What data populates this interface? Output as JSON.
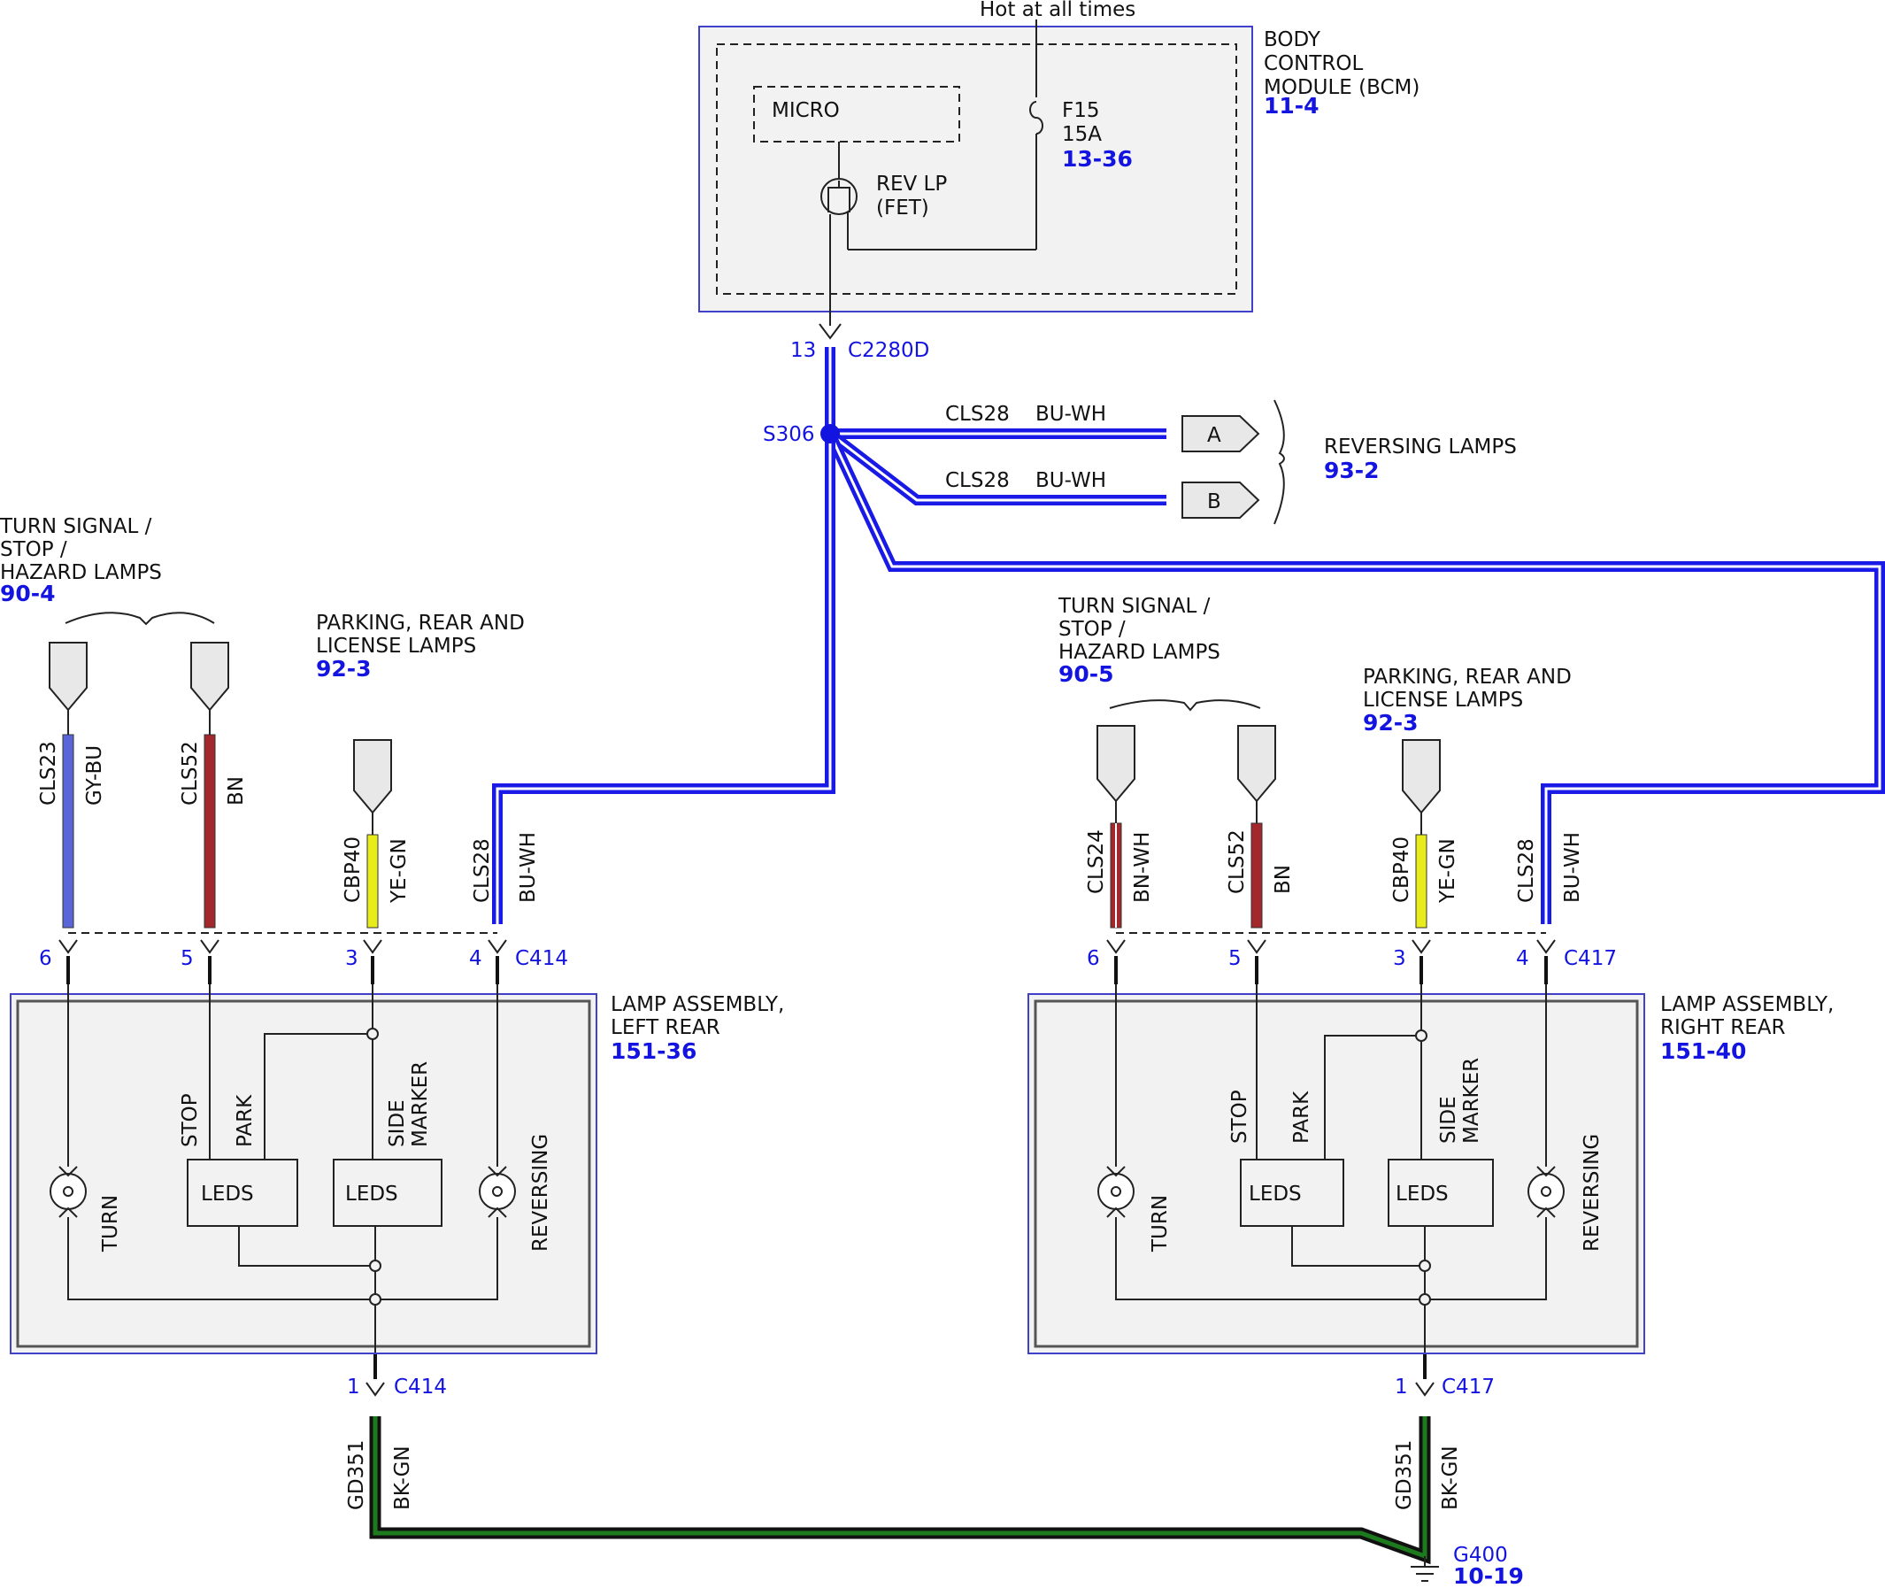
{
  "header": {
    "supply_label": "Hot at all times"
  },
  "bcm": {
    "title": [
      "BODY",
      "CONTROL",
      "MODULE (BCM)"
    ],
    "ref": "11-4",
    "micro": "MICRO",
    "fuse_name": "F15",
    "fuse_rating": "15A",
    "fuse_ref": "13-36",
    "fet": [
      "REV LP",
      "(FET)"
    ],
    "pin": "13",
    "connector": "C2280D"
  },
  "splice": {
    "name": "S306",
    "branches": [
      {
        "circuit": "CLS28",
        "color": "BU-WH",
        "tag": "A"
      },
      {
        "circuit": "CLS28",
        "color": "BU-WH",
        "tag": "B"
      }
    ],
    "dest_title": "REVERSING LAMPS",
    "dest_ref": "93-2"
  },
  "left": {
    "turn_group": {
      "title": [
        "TURN SIGNAL /",
        "STOP /",
        "HAZARD LAMPS"
      ],
      "ref": "90-4"
    },
    "park_group": {
      "title": [
        "PARKING, REAR AND",
        "LICENSE LAMPS"
      ],
      "ref": "92-3"
    },
    "wires": [
      {
        "circuit": "CLS23",
        "color": "GY-BU",
        "pin": "6"
      },
      {
        "circuit": "CLS52",
        "color": "BN",
        "pin": "5"
      },
      {
        "circuit": "CBP40",
        "color": "YE-GN",
        "pin": "3"
      },
      {
        "circuit": "CLS28",
        "color": "BU-WH",
        "pin": "4"
      }
    ],
    "connector": "C414",
    "assembly_title": [
      "LAMP ASSEMBLY,",
      "LEFT REAR"
    ],
    "assembly_ref": "151-36",
    "labels": {
      "turn": "TURN",
      "stop": "STOP",
      "park": "PARK",
      "side": [
        "SIDE",
        "MARKER"
      ],
      "leds1": "LEDS",
      "leds2": "LEDS",
      "reversing": "REVERSING"
    },
    "ground_pin": "1",
    "ground_connector": "C414",
    "ground_wire": {
      "circuit": "GD351",
      "color": "BK-GN"
    }
  },
  "right": {
    "turn_group": {
      "title": [
        "TURN SIGNAL /",
        "STOP /",
        "HAZARD LAMPS"
      ],
      "ref": "90-5"
    },
    "park_group": {
      "title": [
        "PARKING, REAR AND",
        "LICENSE LAMPS"
      ],
      "ref": "92-3"
    },
    "wires": [
      {
        "circuit": "CLS24",
        "color": "BN-WH",
        "pin": "6"
      },
      {
        "circuit": "CLS52",
        "color": "BN",
        "pin": "5"
      },
      {
        "circuit": "CBP40",
        "color": "YE-GN",
        "pin": "3"
      },
      {
        "circuit": "CLS28",
        "color": "BU-WH",
        "pin": "4"
      }
    ],
    "connector": "C417",
    "assembly_title": [
      "LAMP ASSEMBLY,",
      "RIGHT REAR"
    ],
    "assembly_ref": "151-40",
    "labels": {
      "turn": "TURN",
      "stop": "STOP",
      "park": "PARK",
      "side": [
        "SIDE",
        "MARKER"
      ],
      "leds1": "LEDS",
      "leds2": "LEDS",
      "reversing": "REVERSING"
    },
    "ground_pin": "1",
    "ground_connector": "C417",
    "ground_wire": {
      "circuit": "GD351",
      "color": "BK-GN"
    }
  },
  "ground": {
    "name": "G400",
    "ref": "10-19"
  },
  "colors": {
    "bu_wh": "#1a1ae6",
    "gy_bu": "#5a66d8",
    "bn": "#a3282c",
    "bn_wh": "#a3282c",
    "ye_gn": "#e8ec1a",
    "bk_gn": "#1d7a1d",
    "callout_blue": "#1414e0"
  }
}
